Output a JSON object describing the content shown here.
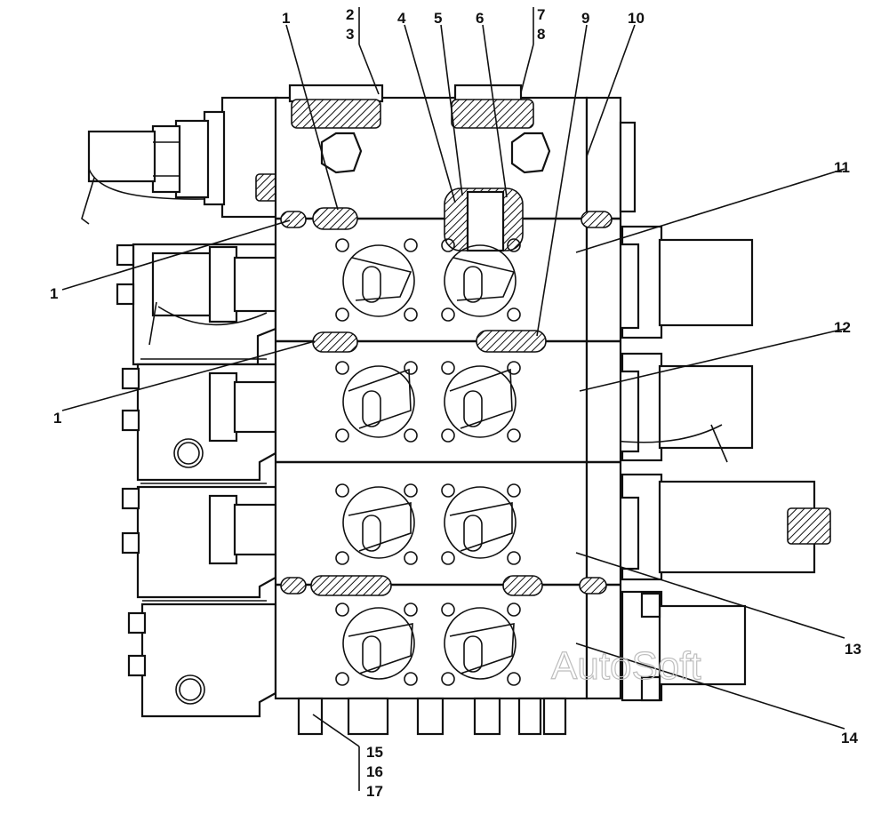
{
  "labels": {
    "l1a": "1",
    "l2": "2",
    "l3": "3",
    "l4": "4",
    "l5": "5",
    "l6": "6",
    "l7": "7",
    "l8": "8",
    "l9": "9",
    "l10": "10",
    "l11": "11",
    "l12": "12",
    "l13": "13",
    "l14": "14",
    "l1b": "1",
    "l1c": "1",
    "l15": "15",
    "l16": "16",
    "l17": "17"
  },
  "watermark": "AutoSoft"
}
